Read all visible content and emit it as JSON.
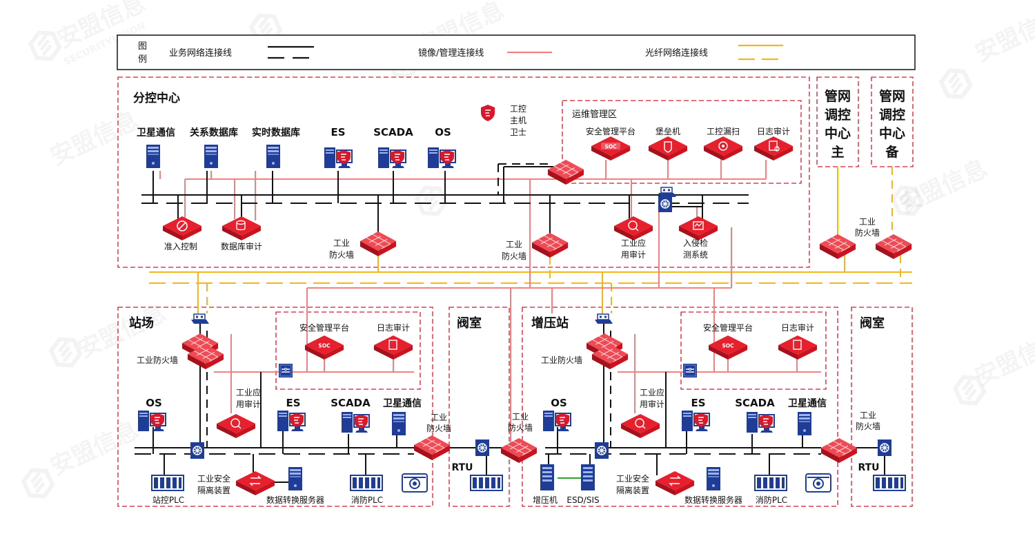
{
  "watermark": {
    "cn": "安盟信息",
    "en": "SECURITYUNION"
  },
  "legend": {
    "title": "图例",
    "business": "业务网络连接线",
    "mirror": "镜像/管理连接线",
    "fiber": "光纤网络连接线"
  },
  "colors": {
    "red": "#d8182b",
    "pink": "#f28080",
    "yellow": "#f2b619",
    "blue": "#1f3c96",
    "black": "#111111"
  },
  "zones": {
    "center": "分控中心",
    "ops": "运维管理区",
    "hq_main": "管网\n调控\n中心\n主",
    "hq_backup": "管网\n调控\n中心\n备",
    "station": "站场",
    "valve1": "阀室",
    "compressor": "增压站",
    "valve2": "阀室"
  },
  "labels": {
    "guard": "工控\n主机\n卫士",
    "sat": "卫星通信",
    "reldb": "关系数据库",
    "rtdb": "实时数据库",
    "es": "ES",
    "scada": "SCADA",
    "os": "OS",
    "soc": "安全管理平台",
    "bastion": "堡垒机",
    "vulscan": "工控漏扫",
    "logaudit": "日志审计",
    "access": "准入控制",
    "dbaudit": "数据库审计",
    "fw_center1": "工业\n防火墙",
    "fw_center2": "工业\n防火墙",
    "appaudit_c": "工业应\n用审计",
    "ids": "入侵检\n测系统",
    "fw_hq": "工业\n防火墙",
    "fw_station": "工业防火墙",
    "appaudit_s": "工业应\n用审计",
    "isolation": "工业安全\n隔离装置",
    "dataserver": "数据转换服务器",
    "plc_station": "站控PLC",
    "plc_fire": "消防PLC",
    "fw_valve": "工业\n防火墙",
    "rtu": "RTU",
    "compressor_dev": "增压机",
    "esd": "ESD/SIS",
    "soc_icon": "SOC"
  }
}
